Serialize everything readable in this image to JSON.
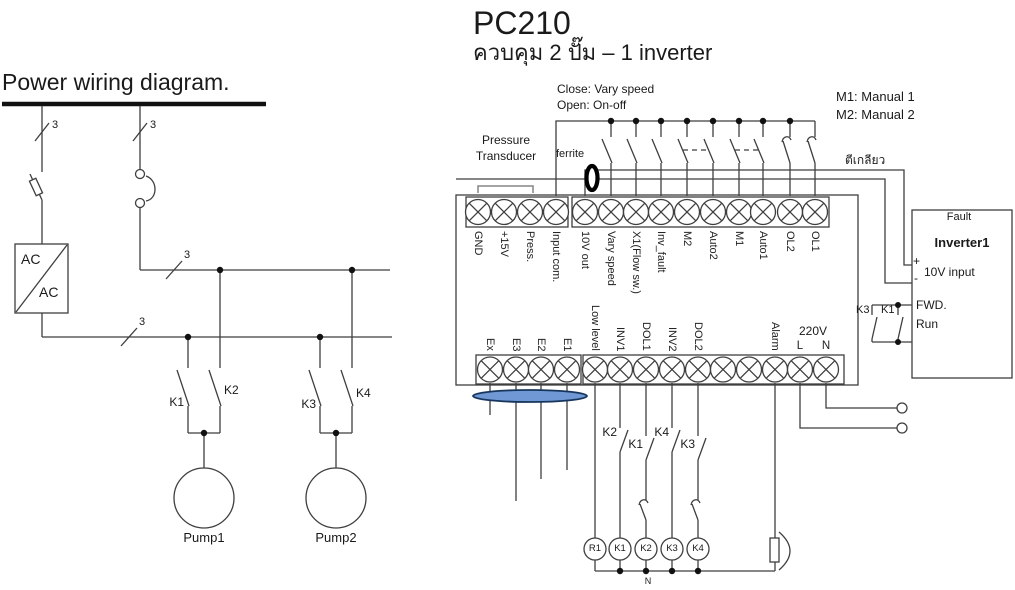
{
  "header": {
    "model": "PC210",
    "subtitle": "ควบคุม 2 ปั๊ม – 1 inverter"
  },
  "left_diagram": {
    "title": "Power wiring diagram.",
    "phase_mark": "3",
    "converter_top": "AC",
    "converter_bottom": "AC",
    "contactors": {
      "k1": "K1",
      "k2": "K2",
      "k3": "K3",
      "k4": "K4"
    },
    "pumps": {
      "pump1": "Pump1",
      "pump2": "Pump2"
    }
  },
  "notes": {
    "close": "Close: Vary speed",
    "open": "Open: On-off",
    "m1": "M1: Manual 1",
    "m2": "M2: Manual 2",
    "pressure_1": "Pressure",
    "pressure_2": "Transducer",
    "ferrite": "ferrite",
    "twisted": "ตีเกลียว"
  },
  "controller": {
    "top_terminals": [
      "GND",
      "+15V",
      "Press.",
      "Input com.",
      "10V out",
      "Vary speed",
      "X1(Flow sw.)",
      "Inv_fault",
      "M2",
      "Auto2",
      "M1",
      "Auto1",
      "OL2",
      "OL1"
    ],
    "bottom_terminals": [
      "Ex",
      "E3",
      "E2",
      "E1",
      "Low level",
      "INV1",
      "DOL1",
      "INV2",
      "DOL2",
      "",
      "",
      "Alarm",
      "L",
      "N"
    ],
    "supply_voltage": "220V"
  },
  "relay_circuit": {
    "interlock_on_inv1": "K2",
    "interlock_on_dol1": "K1",
    "interlock_on_inv2": "K4",
    "interlock_on_dol2": "K3",
    "coils": [
      "R1",
      "K1",
      "K2",
      "K3",
      "K4"
    ],
    "neutral_label": "N"
  },
  "inverter": {
    "fault": "Fault",
    "name": "Inverter1",
    "plus": "+",
    "minus": "-",
    "analog_input": "10V input",
    "fwd": "FWD.",
    "run": "Run",
    "contact_k3": "K3",
    "contact_k1": "K1"
  },
  "colors": {
    "wire": "#3f3f3f",
    "ink": "#1a1a1a",
    "water_fill": "#7098d4",
    "water_stroke": "#17365d"
  }
}
